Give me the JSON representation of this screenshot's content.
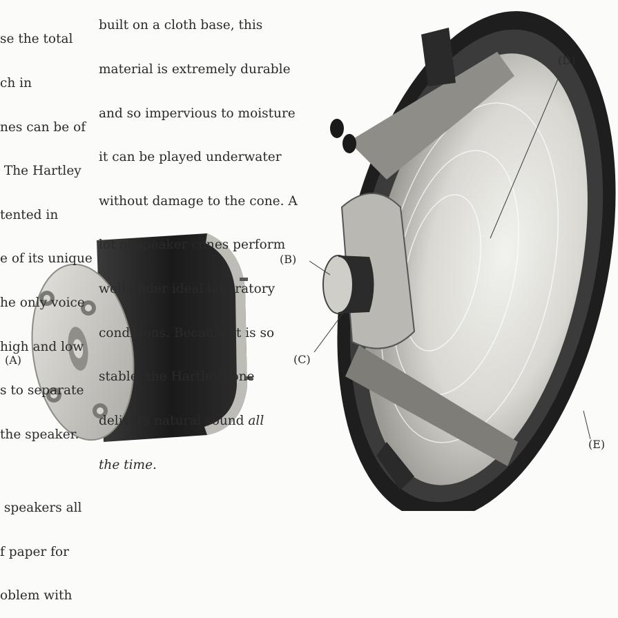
{
  "left_column_lines": [
    "se the total",
    "ch in",
    "nes can be of",
    " The Hartley",
    "tented in",
    "e of its unique",
    "he only voice",
    "high and low",
    "s to separate",
    "the speaker.",
    "",
    " speakers all",
    "f paper for",
    "oblem with"
  ],
  "right_column": {
    "lines": [
      "built on a cloth base, this",
      "material is extremely durable",
      "and so impervious to moisture",
      "it can be played underwater",
      "without damage to the cone. A",
      "lot of speaker cones perform",
      "well under ideal laboratory",
      "conditions. Because it is so",
      "stable, the Hartley cone"
    ],
    "line10_text": "delivers natural sound ",
    "line10_emphasis": "all",
    "line11_emphasis": "the time",
    "line11_text": "."
  },
  "labels": {
    "a": "(A)",
    "b": "(B)",
    "c": "(C)",
    "d": "(D)",
    "e": "(E)"
  },
  "colors": {
    "paper": "#fbfbf9",
    "ink": "#2a2a2a",
    "metal": "#c9c8c2",
    "dark": "#1c1c1c"
  }
}
